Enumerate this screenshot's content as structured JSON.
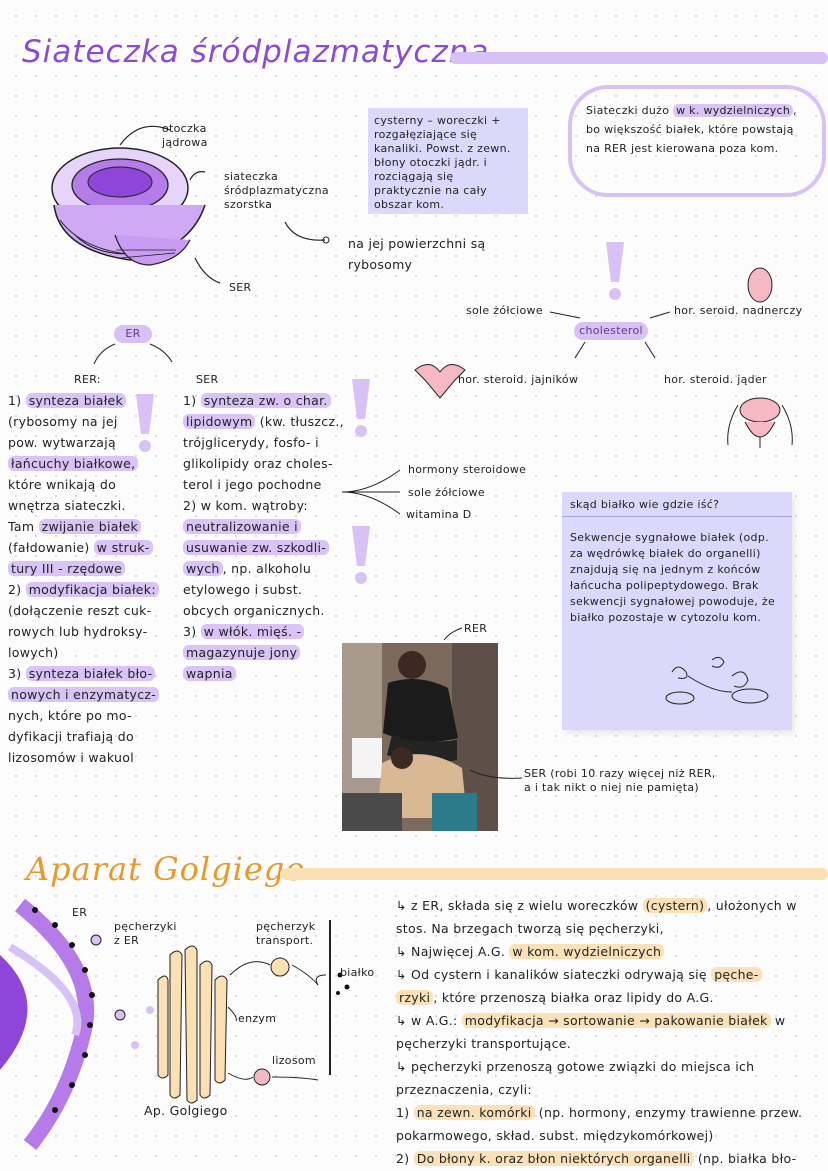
{
  "titles": {
    "er": "Siateczka śródplazmatyczna",
    "golgi": "Aparat Golgiego"
  },
  "er_diagram": {
    "otoczka": "otoczka jądrowa",
    "siateczka": "siateczka śródplazmatyczna szorstka",
    "na_jej": "na jej powierzchni są rybosomy",
    "ser": "SER"
  },
  "note_cysterny": "cysterny – woreczki + rozgałęziające się kanaliki. Powst. z zewn. błony otoczki jądr. i rozciągają się praktycznie na cały obszar kom.",
  "cloud_note": {
    "pre": "Siateczki dużo ",
    "hl": "w k. wydzielniczych",
    "post": ", bo większość białek, które powstają na RER jest kierowana poza kom."
  },
  "cholesterol": {
    "center": "cholesterol",
    "bile": "sole żółciowe",
    "adrenal": "hor. seroid. nadnerczy",
    "ovary": "hor. steroid. jajników",
    "testes": "hor. steroid. jąder"
  },
  "er_chip": "ER",
  "rer": {
    "header": "RER:",
    "lines": [
      [
        {
          "t": "1) "
        },
        {
          "t": "synteza białek",
          "h": "p"
        }
      ],
      [
        {
          "t": "(rybosomy na jej"
        }
      ],
      [
        {
          "t": "pow. wytwarzają"
        }
      ],
      [
        {
          "t": "łańcuchy białkowe,",
          "h": "p"
        }
      ],
      [
        {
          "t": "które wnikają do"
        }
      ],
      [
        {
          "t": "wnętrza siateczki."
        }
      ],
      [
        {
          "t": "Tam "
        },
        {
          "t": "zwijanie białek",
          "h": "p"
        }
      ],
      [
        {
          "t": "(fałdowanie) "
        },
        {
          "t": "w struk-",
          "h": "p"
        }
      ],
      [
        {
          "t": "tury III - rzędowe",
          "h": "p"
        }
      ],
      [
        {
          "t": "2) "
        },
        {
          "t": "modyfikacja białek:",
          "h": "p"
        }
      ],
      [
        {
          "t": "(dołączenie reszt cuk-"
        }
      ],
      [
        {
          "t": "rowych lub hydroksy-"
        }
      ],
      [
        {
          "t": "lowych)"
        }
      ],
      [
        {
          "t": "3) "
        },
        {
          "t": "synteza białek bło-",
          "h": "p"
        }
      ],
      [
        {
          "t": "nowych i enzymatycz-",
          "h": "p"
        }
      ],
      [
        {
          "t": "nych, które po mo-"
        }
      ],
      [
        {
          "t": "dyfikacji trafiają do"
        }
      ],
      [
        {
          "t": "lizosomów i wakuol"
        }
      ]
    ]
  },
  "ser": {
    "header": "SER",
    "lines": [
      [
        {
          "t": "1) "
        },
        {
          "t": "synteza zw. o char.",
          "h": "p"
        }
      ],
      [
        {
          "t": "lipidowym",
          "h": "p"
        },
        {
          "t": " (kw. tłuszcz.,"
        }
      ],
      [
        {
          "t": "trójglicerydy, fosfo- i"
        }
      ],
      [
        {
          "t": "glikolipidy oraz choles-"
        }
      ],
      [
        {
          "t": "terol i jego pochodne"
        }
      ],
      [
        {
          "t": "2) w kom. wątroby:"
        }
      ],
      [
        {
          "t": "neutralizowanie i",
          "h": "p"
        }
      ],
      [
        {
          "t": "usuwanie zw. szkodli-",
          "h": "p"
        }
      ],
      [
        {
          "t": "wych",
          "h": "p"
        },
        {
          "t": ", np. alkoholu"
        }
      ],
      [
        {
          "t": "etylowego i subst."
        }
      ],
      [
        {
          "t": "obcych organicznych."
        }
      ],
      [
        {
          "t": "3) "
        },
        {
          "t": "w włók. mięś. -",
          "h": "p"
        }
      ],
      [
        {
          "t": "magazynuje jony",
          "h": "p"
        }
      ],
      [
        {
          "t": "wapnia",
          "h": "p"
        }
      ]
    ]
  },
  "branches": [
    "hormony steroidowe",
    "sole żółciowe",
    "witamina D"
  ],
  "sticky": {
    "title": "skąd białko wie gdzie iść?",
    "body": "Sekwencje sygnałowe białek (odp. za wędrówkę białek do organelli) znajdują się na jednym z końców łańcucha polipeptydowego. Brak sekwencji sygnałowej powoduje, że białko pozostaje w cytozolu kom."
  },
  "meme": {
    "rer": "RER",
    "ser": "SER (robi 10 razy więcej niż RER, a i tak nikt o niej nie pamięta)"
  },
  "golgi_diagram": {
    "er": "ER",
    "pecherzyki": "pęcherzyki z ER",
    "transport": "pęcherzyk transport.",
    "bialko": "białko",
    "enzym": "enzym",
    "lizosom": "lizosom",
    "label": "Ap. Golgiego"
  },
  "golgi_text": [
    [
      {
        "t": "↳ z ER, składa się z wielu woreczków "
      },
      {
        "t": "(cystern)",
        "h": "o"
      },
      {
        "t": ", ułożonych w"
      }
    ],
    [
      {
        "t": "stos. Na brzegach tworzą się pęcherzyki,"
      }
    ],
    [
      {
        "t": "↳ Najwięcej A.G. "
      },
      {
        "t": "w kom. wydzielniczych",
        "h": "o"
      }
    ],
    [
      {
        "t": "↳ Od cystern i kanalików siateczki odrywają się "
      },
      {
        "t": "pęche-",
        "h": "o"
      }
    ],
    [
      {
        "t": "rzyki",
        "h": "o"
      },
      {
        "t": ", które przenoszą białka oraz lipidy do A.G."
      }
    ],
    [
      {
        "t": "↳ w A.G.: "
      },
      {
        "t": "modyfikacja → sortowanie → pakowanie białek",
        "h": "o"
      },
      {
        "t": " w"
      }
    ],
    [
      {
        "t": "pęcherzyki transportujące."
      }
    ],
    [
      {
        "t": "↳ pęcherzyki przenoszą gotowe związki do miejsca ich"
      }
    ],
    [
      {
        "t": "przeznaczenia, czyli:"
      }
    ],
    [
      {
        "t": "1) "
      },
      {
        "t": "na zewn. komórki",
        "h": "o"
      },
      {
        "t": " (np. hormony, enzymy trawienne przew."
      }
    ],
    [
      {
        "t": "pokarmowego, skład. subst. międzykomórkowej)"
      }
    ],
    [
      {
        "t": "2) "
      },
      {
        "t": "Do błony k. oraz błon niektórych organelli",
        "h": "o"
      },
      {
        "t": " (np. białka bło-"
      }
    ]
  ],
  "colors": {
    "purple": "#8a4bd6",
    "lavender": "#d8c2f5",
    "orange": "#e79a2b",
    "peach": "#fbe0b4",
    "note": "#dcd8fb"
  }
}
